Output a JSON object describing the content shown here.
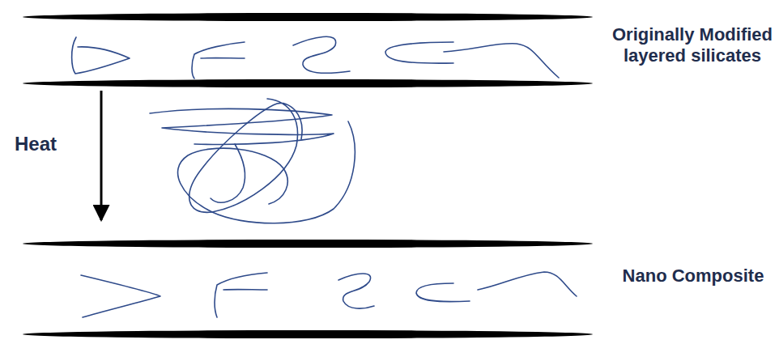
{
  "diagram": {
    "labels": [
      "Originally Modified layered silicates",
      "Heat",
      "Nano Composite"
    ]
  }
}
